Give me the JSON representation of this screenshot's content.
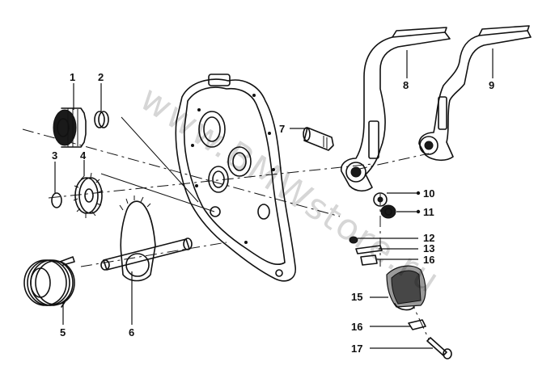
{
  "watermark": "www.BMWstore.ru",
  "callouts": [
    {
      "id": "1",
      "label": "1"
    },
    {
      "id": "2",
      "label": "2"
    },
    {
      "id": "3",
      "label": "3"
    },
    {
      "id": "4",
      "label": "4"
    },
    {
      "id": "5",
      "label": "5"
    },
    {
      "id": "6",
      "label": "6"
    },
    {
      "id": "7",
      "label": "7"
    },
    {
      "id": "8",
      "label": "8"
    },
    {
      "id": "9",
      "label": "9"
    },
    {
      "id": "10",
      "label": "10"
    },
    {
      "id": "11",
      "label": "11"
    },
    {
      "id": "12",
      "label": "12"
    },
    {
      "id": "13",
      "label": "13"
    },
    {
      "id": "15",
      "label": "15"
    },
    {
      "id": "16a",
      "label": "16"
    },
    {
      "id": "16b",
      "label": "16"
    },
    {
      "id": "17",
      "label": "17"
    }
  ]
}
